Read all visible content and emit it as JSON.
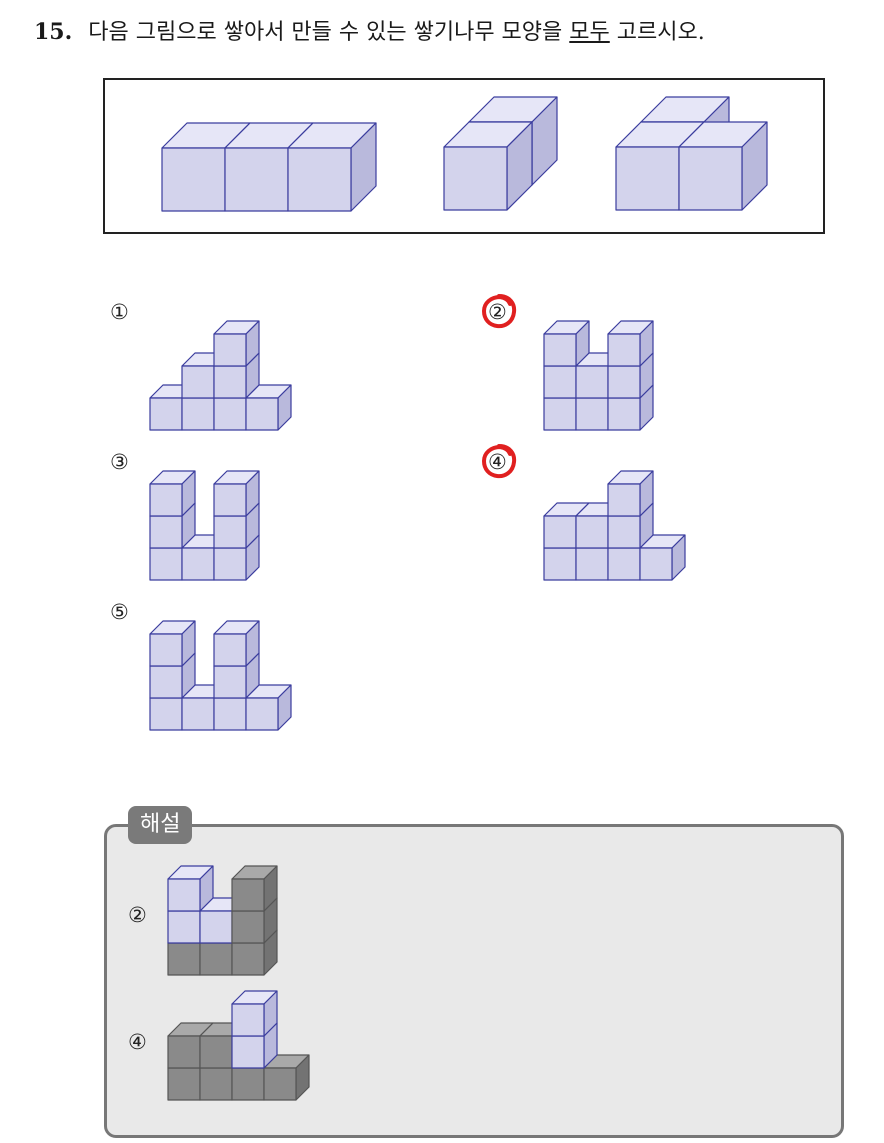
{
  "question": {
    "number": "15.",
    "text_before": "다음 그림으로 쌓아서 만들 수 있는 쌓기나무 모양을 ",
    "text_underlined": "모두",
    "text_after": " 고르시오."
  },
  "options": [
    {
      "marker": "①",
      "selected": false
    },
    {
      "marker": "②",
      "selected": true
    },
    {
      "marker": "③",
      "selected": false
    },
    {
      "marker": "④",
      "selected": true
    },
    {
      "marker": "⑤",
      "selected": false
    }
  ],
  "solution": {
    "tag": "해설",
    "items": [
      {
        "marker": "②"
      },
      {
        "marker": "④"
      }
    ]
  },
  "colors": {
    "cube_front": "#d3d3ec",
    "cube_top": "#e6e6f7",
    "cube_side": "#b9b9dc",
    "cube_stroke": "#3b3d9e",
    "dark_front": "#8a8a8a",
    "dark_top": "#a9a9a9",
    "dark_side": "#737373",
    "answer_circle": "#e02020"
  }
}
